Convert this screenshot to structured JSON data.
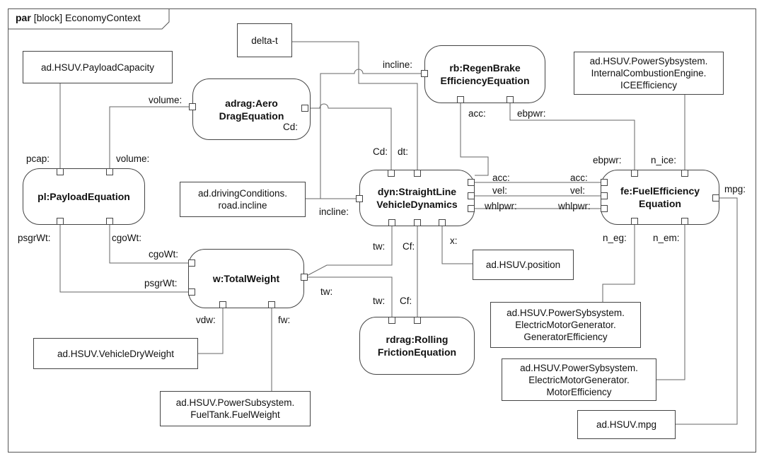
{
  "frame": {
    "keyword": "par",
    "label": "[block] EconomyContext"
  },
  "blocks": {
    "pl": "pl:PayloadEquation",
    "adrag": "adrag:Aero\nDragEquation",
    "rb": "rb:RegenBrake\nEfficiencyEquation",
    "dyn": "dyn:StraightLine\nVehicleDynamics",
    "fe": "fe:FuelEfficiency\nEquation",
    "w": "w:TotalWeight",
    "rdrag": "rdrag:Rolling\nFrictionEquation"
  },
  "values": {
    "payload_capacity": "ad.HSUV.PayloadCapacity",
    "delta_t": "delta-t",
    "driving_conditions": "ad.drivingConditions.\nroad.incline",
    "ice_efficiency": "ad.HSUV.PowerSybsystem.\nInternalCombustionEngine.\nICEEfficiency",
    "position": "ad.HSUV.position",
    "generator_efficiency": "ad.HSUV.PowerSybsystem.\nElectricMotorGenerator.\nGeneratorEfficiency",
    "motor_efficiency": "ad.HSUV.PowerSybsystem.\nElectricMotorGenerator.\nMotorEfficiency",
    "mpg": "ad.HSUV.mpg",
    "vehicle_dry_weight": "ad.HSUV.VehicleDryWeight",
    "fuel_weight": "ad.HSUV.PowerSubsystem.\nFuelTank.FuelWeight"
  },
  "ports": {
    "volume_adrag": "volume:",
    "cd_adrag": "Cd:",
    "incline_rb": "incline:",
    "acc_rb": "acc:",
    "ebpwr_rb": "ebpwr:",
    "pcap": "pcap:",
    "volume_pl": "volume:",
    "psgrwt_pl": "psgrWt:",
    "cgowt_pl": "cgoWt:",
    "cd_dyn": "Cd:",
    "dt_dyn": "dt:",
    "acc_dyn": "acc:",
    "vel_dyn": "vel:",
    "whlpwr_dyn": "whlpwr:",
    "incline_dyn": "incline:",
    "tw_dyn": "tw:",
    "cf_dyn": "Cf:",
    "x_dyn": "x:",
    "ebpwr_fe": "ebpwr:",
    "n_ice_fe": "n_ice:",
    "acc_fe": "acc:",
    "vel_fe": "vel:",
    "whlpwr_fe": "whlpwr:",
    "mpg_fe": "mpg:",
    "n_eg_fe": "n_eg:",
    "n_em_fe": "n_em:",
    "cgowt_w": "cgoWt:",
    "psgrwt_w": "psgrWt:",
    "tw_w": "tw:",
    "vdw_w": "vdw:",
    "fw_w": "fw:",
    "tw_rdrag": "tw:",
    "cf_rdrag": "Cf:"
  }
}
